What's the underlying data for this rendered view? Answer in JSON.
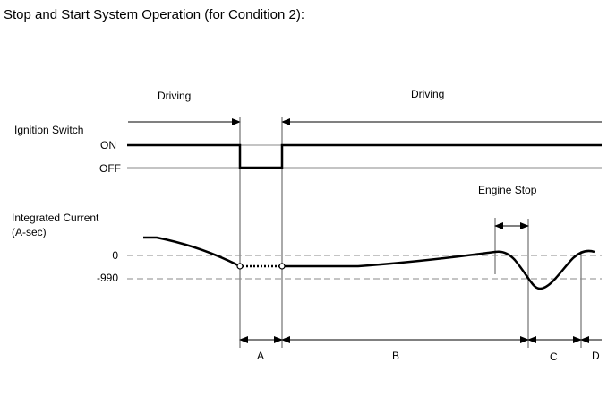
{
  "title": "Stop and Start System Operation (for Condition 2):",
  "labels": {
    "driving_left": "Driving",
    "driving_right": "Driving",
    "ignition_switch": "Ignition Switch",
    "on": "ON",
    "off": "OFF",
    "engine_stop": "Engine Stop",
    "integrated_current_line1": "Integrated Current",
    "integrated_current_line2": "(A-sec)",
    "zero": "0",
    "minus_990": "-990"
  },
  "periods": [
    "A",
    "B",
    "C",
    "D"
  ],
  "colors": {
    "line": "#000000",
    "reference": "#888888",
    "thin": "#555555"
  }
}
